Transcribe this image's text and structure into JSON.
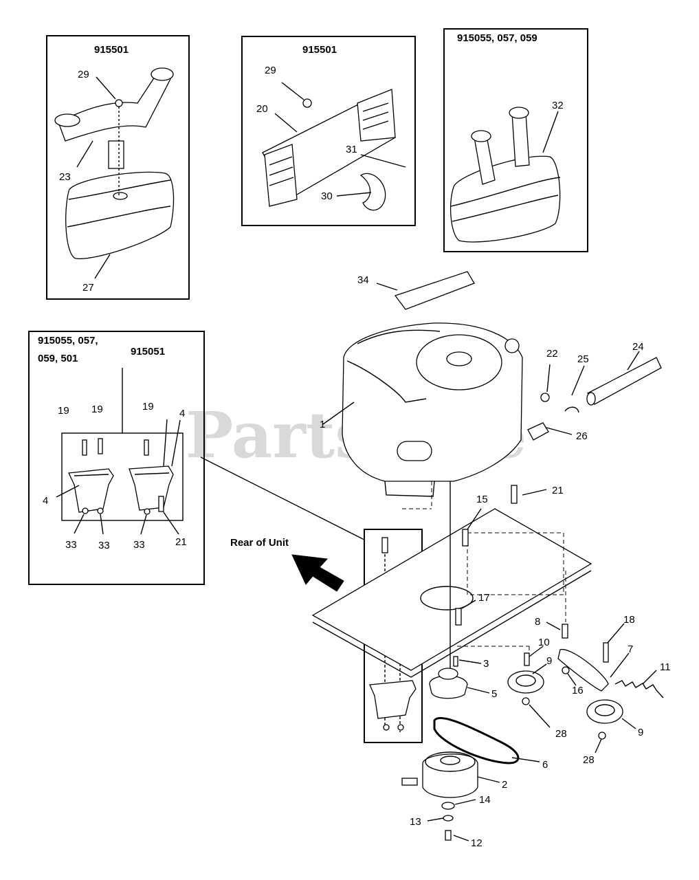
{
  "watermark": "PartsTree",
  "watermark_tm": "TM",
  "boxes": {
    "muffler_a": {
      "title": "915501",
      "labels": [
        "29",
        "23",
        "27"
      ]
    },
    "heat_shield": {
      "title": "915501",
      "labels": [
        "29",
        "20",
        "31",
        "30"
      ]
    },
    "muffler_b": {
      "title": "915055, 057, 059",
      "labels": [
        "32"
      ]
    },
    "mount": {
      "title_left_line1": "915055, 057,",
      "title_left_line2": "059, 501",
      "title_right": "915051",
      "labels": [
        "19",
        "19",
        "19",
        "4",
        "4",
        "33",
        "33",
        "33",
        "21"
      ]
    }
  },
  "rear_label": "Rear of Unit",
  "main_labels": [
    "34",
    "22",
    "25",
    "24",
    "1",
    "26",
    "21",
    "15",
    "17",
    "3",
    "8",
    "18",
    "10",
    "9",
    "7",
    "11",
    "16",
    "5",
    "28",
    "9",
    "6",
    "28",
    "2",
    "14",
    "13",
    "12"
  ]
}
